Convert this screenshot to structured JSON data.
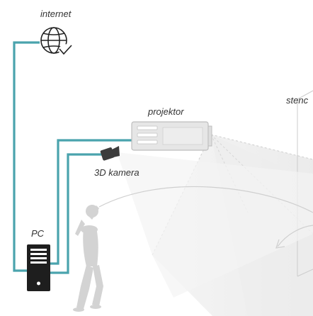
{
  "labels": {
    "internet": "internet",
    "projector": "projektor",
    "camera": "3D kamera",
    "pc": "PC",
    "screen": "stenc"
  },
  "colors": {
    "cable": "#4aa3ad",
    "pc_body": "#1e1e1e",
    "projector_body": "#e6e6e6",
    "projector_outline": "#bdbdbd",
    "camera": "#3c3c3c",
    "player_silhouette": "#d3d3d3",
    "projection_cone": "#efefef",
    "text": "#333333"
  },
  "icons": {
    "internet": "globe-check-icon",
    "pc": "desktop-tower-icon",
    "projector": "projector-icon",
    "camera": "video-camera-icon",
    "player": "basketball-player-silhouette"
  }
}
